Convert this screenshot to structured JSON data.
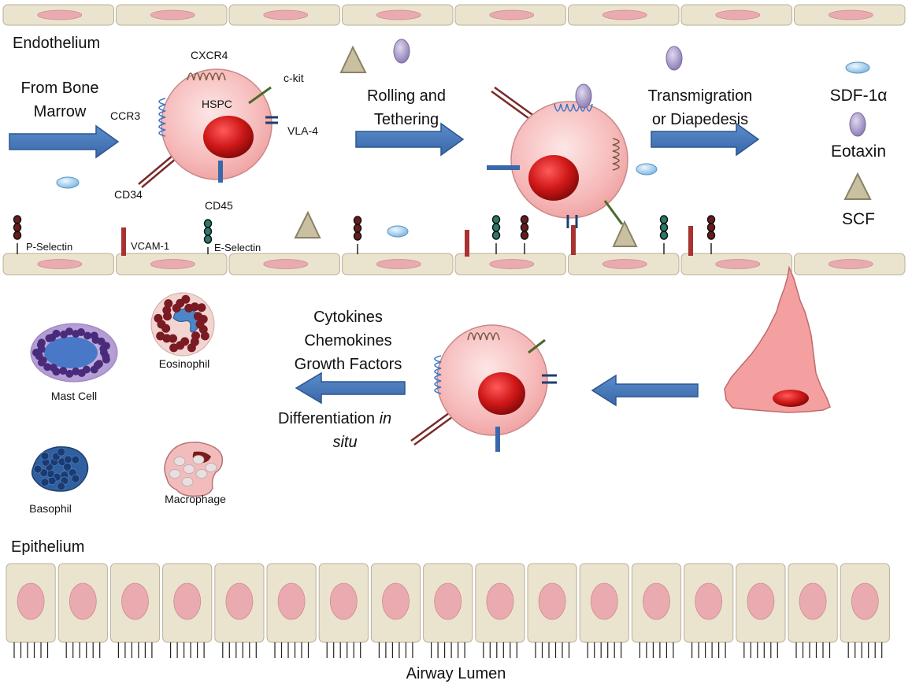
{
  "colors": {
    "wall_fill": "#eae4cf",
    "wall_stroke": "#b8b096",
    "nucleus_pink": "#e9aab0",
    "cell_fill": "#f7bcbc",
    "cell_nucleus": "#c81e1e",
    "arrow_blue": "#4a78b8",
    "arrow_blue_dark": "#2c5690",
    "cd34_color": "#7b2a2a",
    "ckit_color": "#4a6a2a",
    "vcam_color": "#a83232",
    "receptor_blue": "#3a78c8",
    "receptor_brown": "#7a5a44",
    "sdf_color": "#9cc8ec",
    "eotaxin_color": "#a898c8",
    "scf_color": "#c8c0a0"
  },
  "labels": {
    "endothelium": "Endothelium",
    "from_bone_marrow_1": "From Bone",
    "from_bone_marrow_2": "Marrow",
    "cxcr4": "CXCR4",
    "ckit": "c-kit",
    "hspc": "HSPC",
    "ccr3": "CCR3",
    "vla4": "VLA-4",
    "cd34": "CD34",
    "cd45": "CD45",
    "rolling_1": "Rolling and",
    "rolling_2": "Tethering",
    "transmigration_1": "Transmigration",
    "transmigration_2": "or Diapedesis",
    "p_selectin": "P-Selectin",
    "vcam1": "VCAM-1",
    "e_selectin": "E-Selectin",
    "cytokines": "Cytokines",
    "chemokines": "Chemokines",
    "growth_factors": "Growth Factors",
    "differentiation": "Differentiation ",
    "in_situ_1": "in",
    "in_situ_2": "situ",
    "epithelium": "Epithelium",
    "airway_lumen": "Airway Lumen"
  },
  "legend": [
    {
      "label": "SDF-1α",
      "icon": "sdf1a-icon"
    },
    {
      "label": "Eotaxin",
      "icon": "eotaxin-icon"
    },
    {
      "label": "SCF",
      "icon": "scf-icon"
    }
  ],
  "cell_types": [
    {
      "label": "Mast Cell"
    },
    {
      "label": "Eosinophil"
    },
    {
      "label": "Basophil"
    },
    {
      "label": "Macrophage"
    }
  ]
}
